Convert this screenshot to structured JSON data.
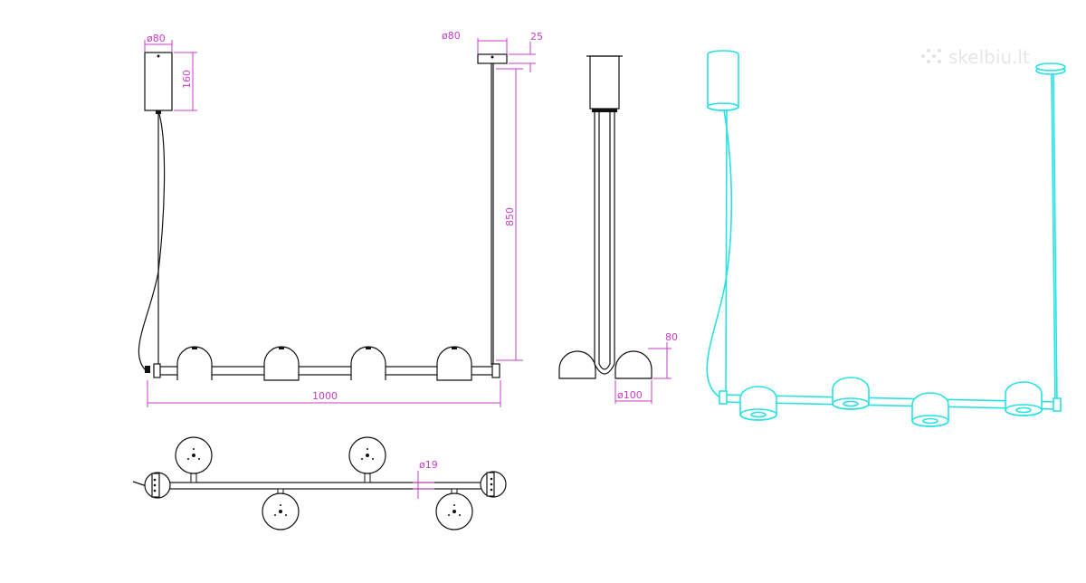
{
  "watermark": "skelbiu.lt",
  "colors": {
    "drawing": "#111111",
    "dimension": "#c83cc8",
    "render": "#27e2e2"
  },
  "dimensions": {
    "canopy_diameter_left": "ø80",
    "canopy_height": "160",
    "canopy_diameter_right": "ø80",
    "canopy_thickness": "25",
    "drop_height": "850",
    "total_length": "1000",
    "shade_height": "80",
    "shade_diameter": "ø100",
    "bar_diameter": "ø19"
  }
}
